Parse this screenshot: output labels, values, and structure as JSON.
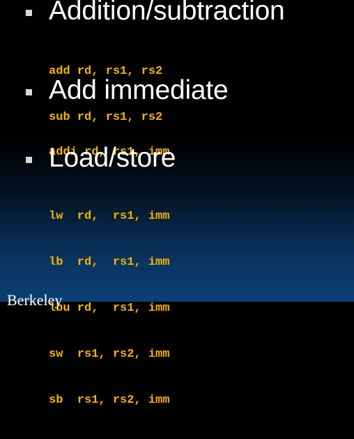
{
  "sections": [
    {
      "heading": "Addition/subtraction",
      "code": [
        "add rd, rs1, rs2",
        "sub rd, rs1, rs2"
      ]
    },
    {
      "heading": "Add immediate",
      "code": [
        "addi rd, rs1, imm"
      ]
    },
    {
      "heading": "Load/store",
      "code": [
        "lw  rd,  rs1, imm",
        "lb  rd,  rs1, imm",
        "lbu rd,  rs1, imm",
        "sw  rs1, rs2, imm",
        "sb  rs1, rs2, imm"
      ]
    }
  ],
  "footer": {
    "text": "Berkeley"
  },
  "colors": {
    "heading": "#ffffff",
    "code": "#f5b400",
    "bullet": "#d8d8d8",
    "background_top": "#000000",
    "background_bottom": "#0c3f74"
  }
}
